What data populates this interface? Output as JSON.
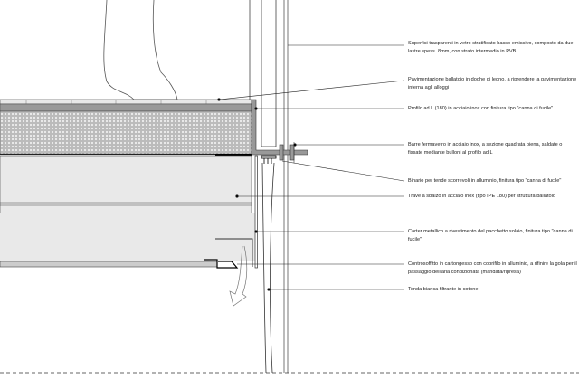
{
  "drawing": {
    "labels": [
      {
        "id": "glass",
        "text": "Superfici trasparenti in vetro stratificato basso emissivo, composto da due lastre spess. 8mm, con strato intermedio in PVB"
      },
      {
        "id": "paving",
        "text": "Pavimentazione ballatoio in doghe di legno, a riprendere la pavimentazione interna agli alloggi"
      },
      {
        "id": "l-profile",
        "text": "Profilo ad L (180) in acciaio inox con finitura tipo \"canna di fucile\""
      },
      {
        "id": "glass-bars",
        "text": "Barre fermavetro in acciaio inox, a sezione quadrata piena, saldate o fissate mediante bulloni al profilo ad L"
      },
      {
        "id": "curtain-track",
        "text": "Binario per tende scorrevoli in alluminio, finitura tipo \"canna di fucile\""
      },
      {
        "id": "beam",
        "text": "Trave a sbalzo in acciaio inox (tipo IPE 180) per struttura ballatoio"
      },
      {
        "id": "carter",
        "text": "Carter metallico a rivestimento del pacchetto solaio, finitura tipo \"canna di fucile\""
      },
      {
        "id": "false-ceiling",
        "text": "Controsoffitto in cartongesso con coprifilo in alluminio, a rifinire la gola per il passaggio dell'aria condizionata (mandata/ripresa)"
      },
      {
        "id": "curtain",
        "text": "Tenda bianca filtrante in cotone"
      }
    ]
  }
}
